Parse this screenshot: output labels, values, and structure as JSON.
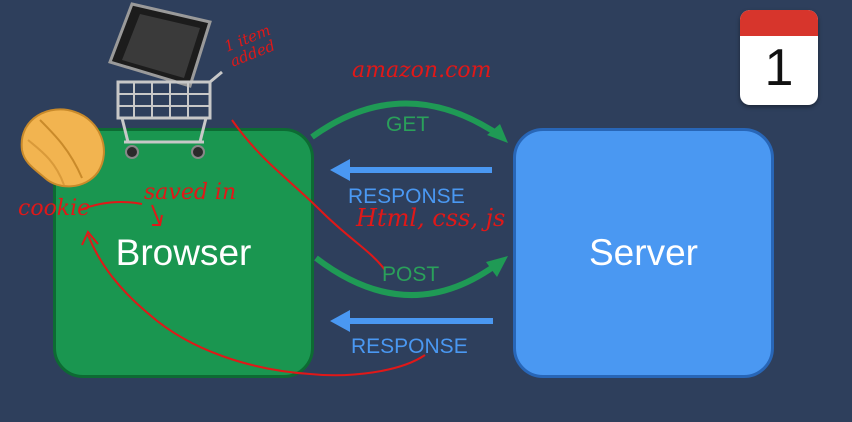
{
  "nodes": {
    "browser": "Browser",
    "server": "Server"
  },
  "edges": {
    "get": "GET",
    "response_1": "RESPONSE",
    "post": "POST",
    "response_2": "RESPONSE"
  },
  "annotations": {
    "url": "amazon.com",
    "item_added": "1 item\nadded",
    "cookie": "cookie",
    "saved_in": "saved in",
    "html_css_js": "Html, css, js"
  },
  "calendar": {
    "day": "1"
  },
  "icons": [
    "fortune-cookie-icon",
    "shopping-cart-icon",
    "calendar-icon"
  ],
  "colors": {
    "background": "#2e3f5c",
    "browser": "#1a9650",
    "server": "#4a98f2",
    "request_arrow": "#1f9a55",
    "response_arrow": "#4a98f2",
    "ink": "#e01818"
  }
}
